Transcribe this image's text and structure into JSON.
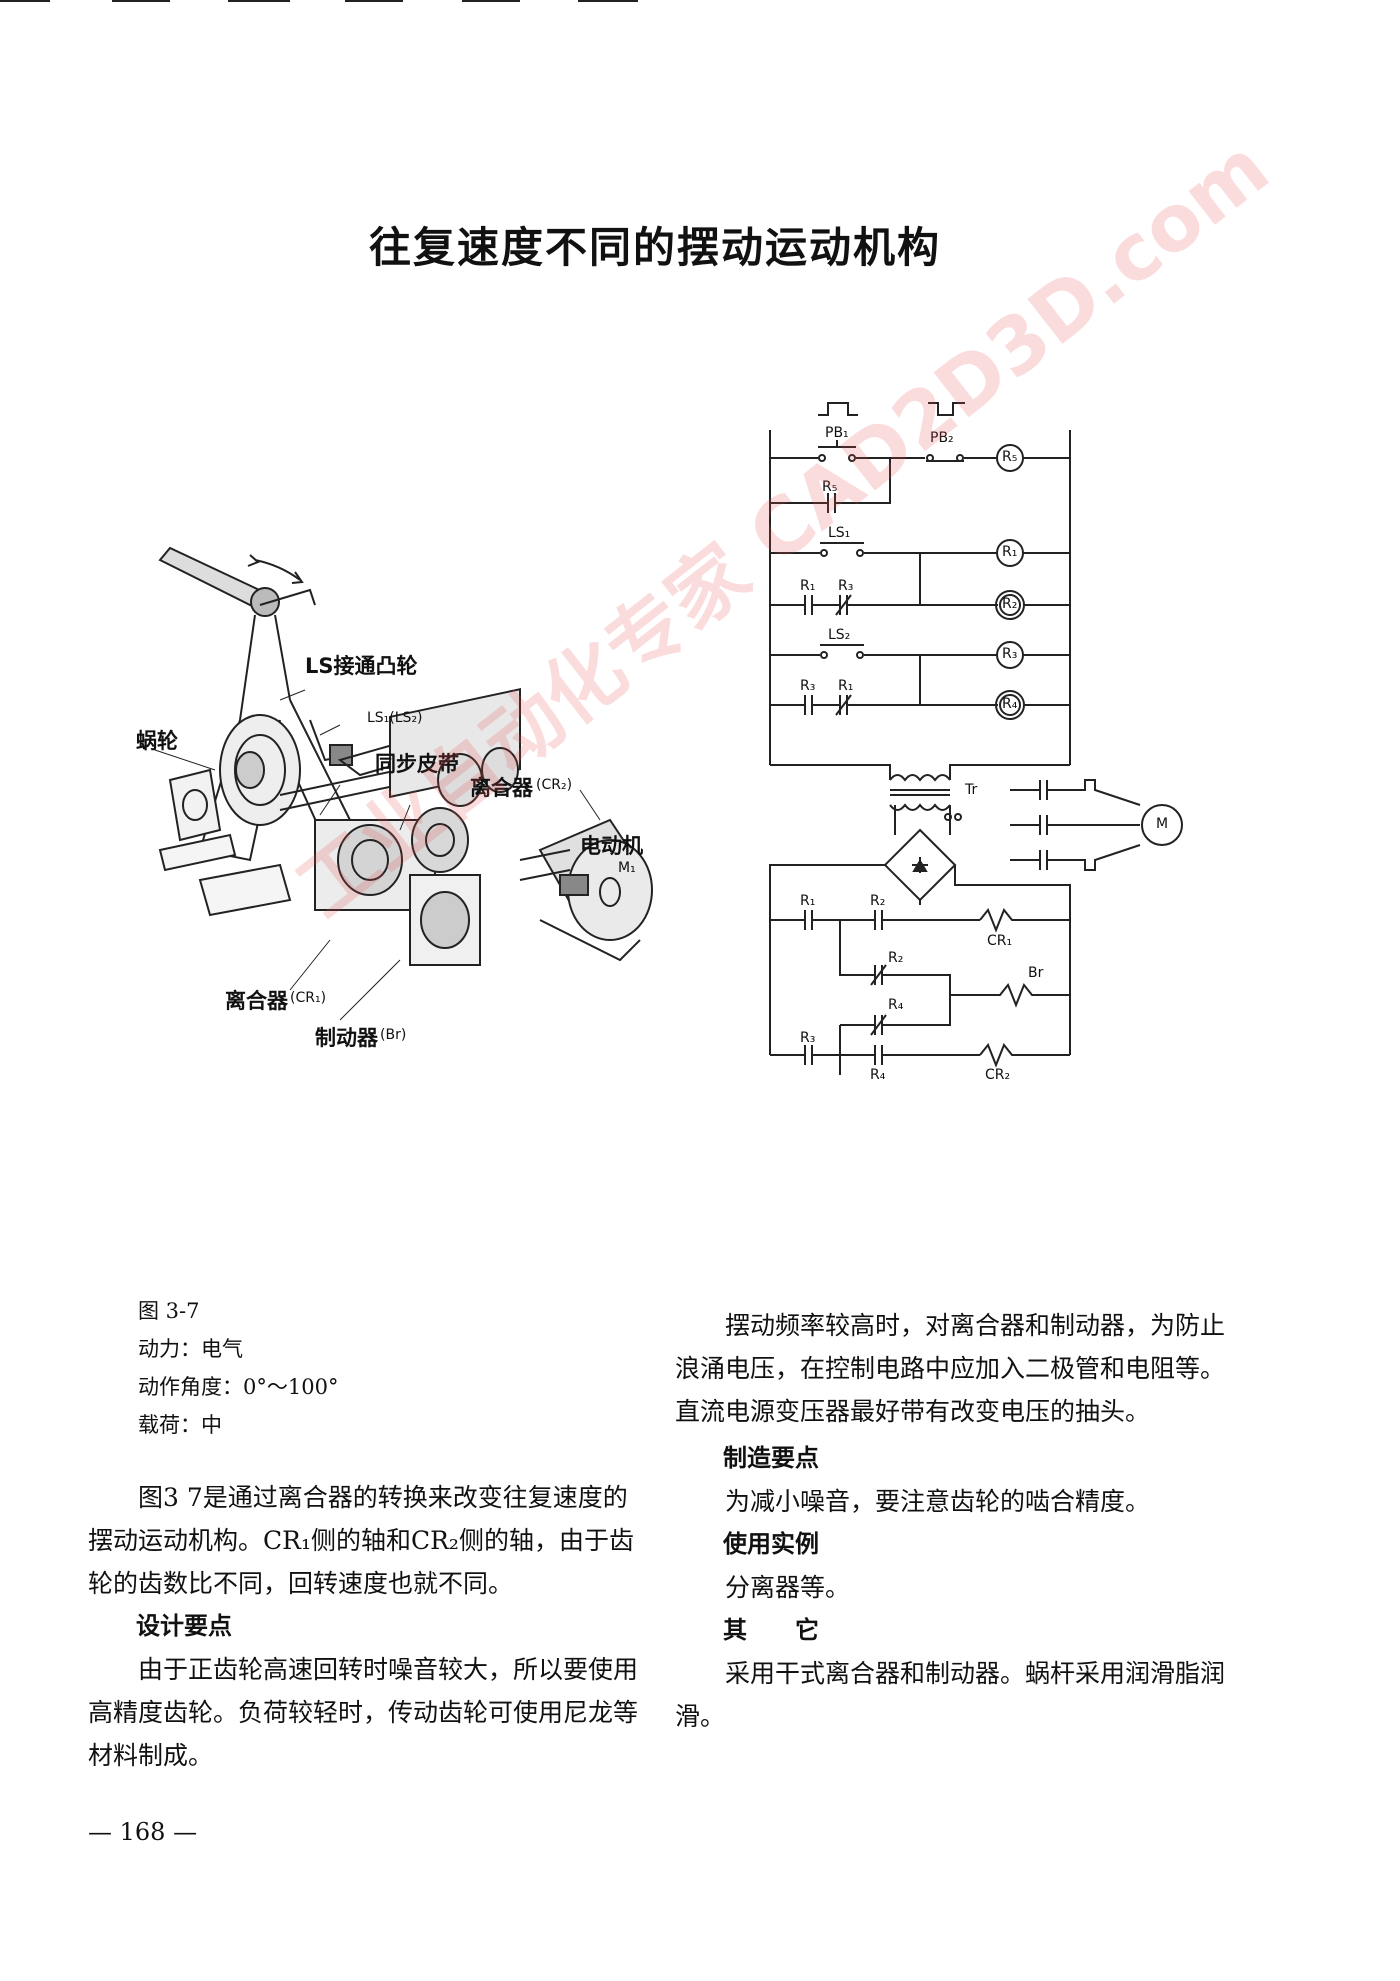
{
  "page": {
    "title": "往复速度不同的摆动运动机构",
    "watermark": "工业自动化专家 CAD2D3D.com",
    "page_number": "— 168 —"
  },
  "mechanism_labels": {
    "ls_cam": "LS接通凸轮",
    "ls_switch": "LS₁(LS₂)",
    "worm_wheel": "蜗轮",
    "timing_belt": "同步皮带",
    "clutch_cr2": "离合器",
    "clutch_cr2_sub": "(CR₂)",
    "motor": "电动机",
    "motor_sub": "M₁",
    "clutch_cr1": "离合器",
    "clutch_cr1_sub": "(CR₁)",
    "brake": "制动器",
    "brake_sub": "(Br)"
  },
  "circuit_labels": {
    "pb1": "PB₁",
    "pb2": "PB₂",
    "r5_coil": "R₅",
    "r5_contact": "R₅",
    "ls1": "LS₁",
    "r1_coil": "R₁",
    "r1_contact": "R₁",
    "r3_contact": "R₃",
    "r2_coil": "R₂",
    "ls2": "LS₂",
    "r3_coil": "R₃",
    "r3b_contact": "R₃",
    "r1b_contact": "R₁",
    "r4_coil": "R₄",
    "tr": "Tr",
    "motor": "M",
    "r1_lower": "R₁",
    "r2_lower": "R₂",
    "cr1": "CR₁",
    "r2_mid": "R₂",
    "br": "Br",
    "r4_mid": "R₄",
    "r3_lower": "R₃",
    "r4_lower": "R₄",
    "cr2": "CR₂"
  },
  "figure_meta": {
    "figure_no": "图 3-7",
    "power": "动力：电气",
    "angle": "动作角度：0°～100°",
    "load": "载荷：中"
  },
  "left_column": {
    "intro": "图3 7是通过离合器的转换来改变往复速度的摆动运动机构。CR₁侧的轴和CR₂侧的轴，由于齿轮的齿数比不同，回转速度也就不同。",
    "design_heading": "设计要点",
    "design_text": "由于正齿轮高速回转时噪音较大，所以要使用高精度齿轮。负荷较轻时，传动齿轮可使用尼龙等材料制成。"
  },
  "right_column": {
    "para1": "摆动频率较高时，对离合器和制动器，为防止浪涌电压，在控制电路中应加入二极管和电阻等。直流电源变压器最好带有改变电压的抽头。",
    "manufacture_heading": "制造要点",
    "manufacture_text": "为减小噪音，要注意齿轮的啮合精度。",
    "example_heading": "使用实例",
    "example_text": "分离器等。",
    "other_heading": "其　　它",
    "other_text": "采用干式离合器和制动器。蜗杆采用润滑脂润滑。"
  }
}
